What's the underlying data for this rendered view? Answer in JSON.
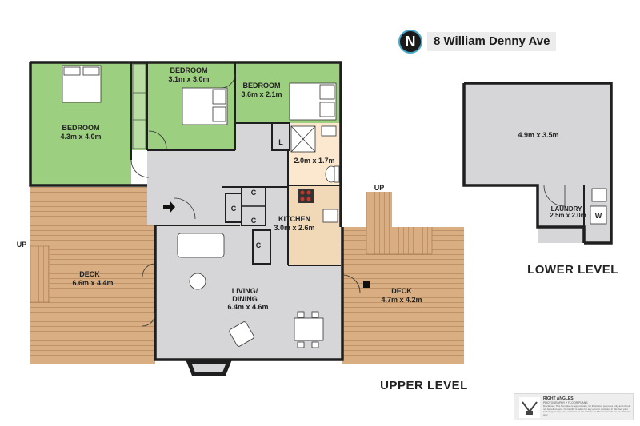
{
  "header": {
    "compass_letter": "N",
    "address": "8 William Denny Ave"
  },
  "levels": {
    "upper": "UPPER LEVEL",
    "lower": "LOWER LEVEL"
  },
  "rooms": {
    "bedroom1": {
      "name": "BEDROOM",
      "dims": "4.3m x 4.0m"
    },
    "bedroom2": {
      "name": "BEDROOM",
      "dims": "3.1m x 3.0m"
    },
    "bedroom3": {
      "name": "BEDROOM",
      "dims": "3.6m x 2.1m"
    },
    "bathroom": {
      "dims": "2.0m x 1.7m"
    },
    "kitchen": {
      "name": "KITCHEN",
      "dims": "3.0m x 2.6m"
    },
    "living": {
      "name1": "LIVING/",
      "name2": "DINING",
      "dims": "6.4m x 4.6m"
    },
    "deck_left": {
      "name": "DECK",
      "dims": "6.6m x 4.4m"
    },
    "deck_right": {
      "name": "DECK",
      "dims": "4.7m x 4.2m"
    },
    "lower_room": {
      "dims": "4.9m x 3.5m"
    },
    "laundry": {
      "name": "LAUNDRY",
      "dims": "2.5m x 2.0m"
    }
  },
  "labels": {
    "up_left": "UP",
    "up_stairs": "UP",
    "linen": "L",
    "cupboard": "C",
    "washer": "W"
  },
  "colors": {
    "bedroom": "#9ccf7f",
    "wet_area": "#fbe8cf",
    "kitchen": "#f1d9b8",
    "interior": "#d6d6d8",
    "deck": "#d9ae82",
    "wall": "#1f1f1f"
  },
  "icons": {
    "compass": "north-arrow-icon",
    "entry": "entry-arrow-icon",
    "brand": "camera-logo-icon"
  },
  "brand": {
    "name": "RIGHT ANGLES",
    "tagline": "PHOTOGRAPHY + FLOOR PLANS",
    "disclaimer": "Disclaimer: This floor plan is approximate, for illustrative purposes only and should not be relied upon. No liability is taken for any error or omission in this floor plan including for any error, omission or mis-statement. Measurements are an estimate only."
  }
}
